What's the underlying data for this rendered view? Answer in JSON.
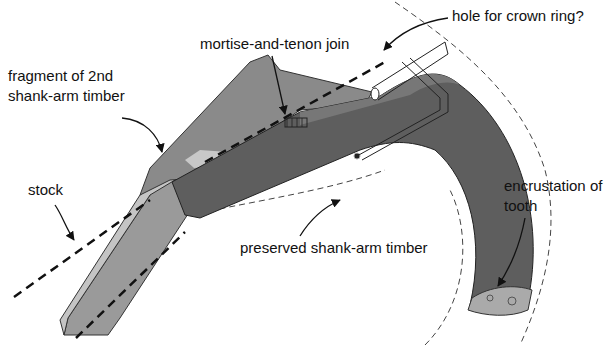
{
  "diagram": {
    "labels": [
      "hole for crown ring?",
      "mortise-and-tenon join",
      "fragment of 2nd shank-arm timber",
      "stock",
      "preserved shank-arm timber",
      "encrustation of tooth"
    ]
  }
}
